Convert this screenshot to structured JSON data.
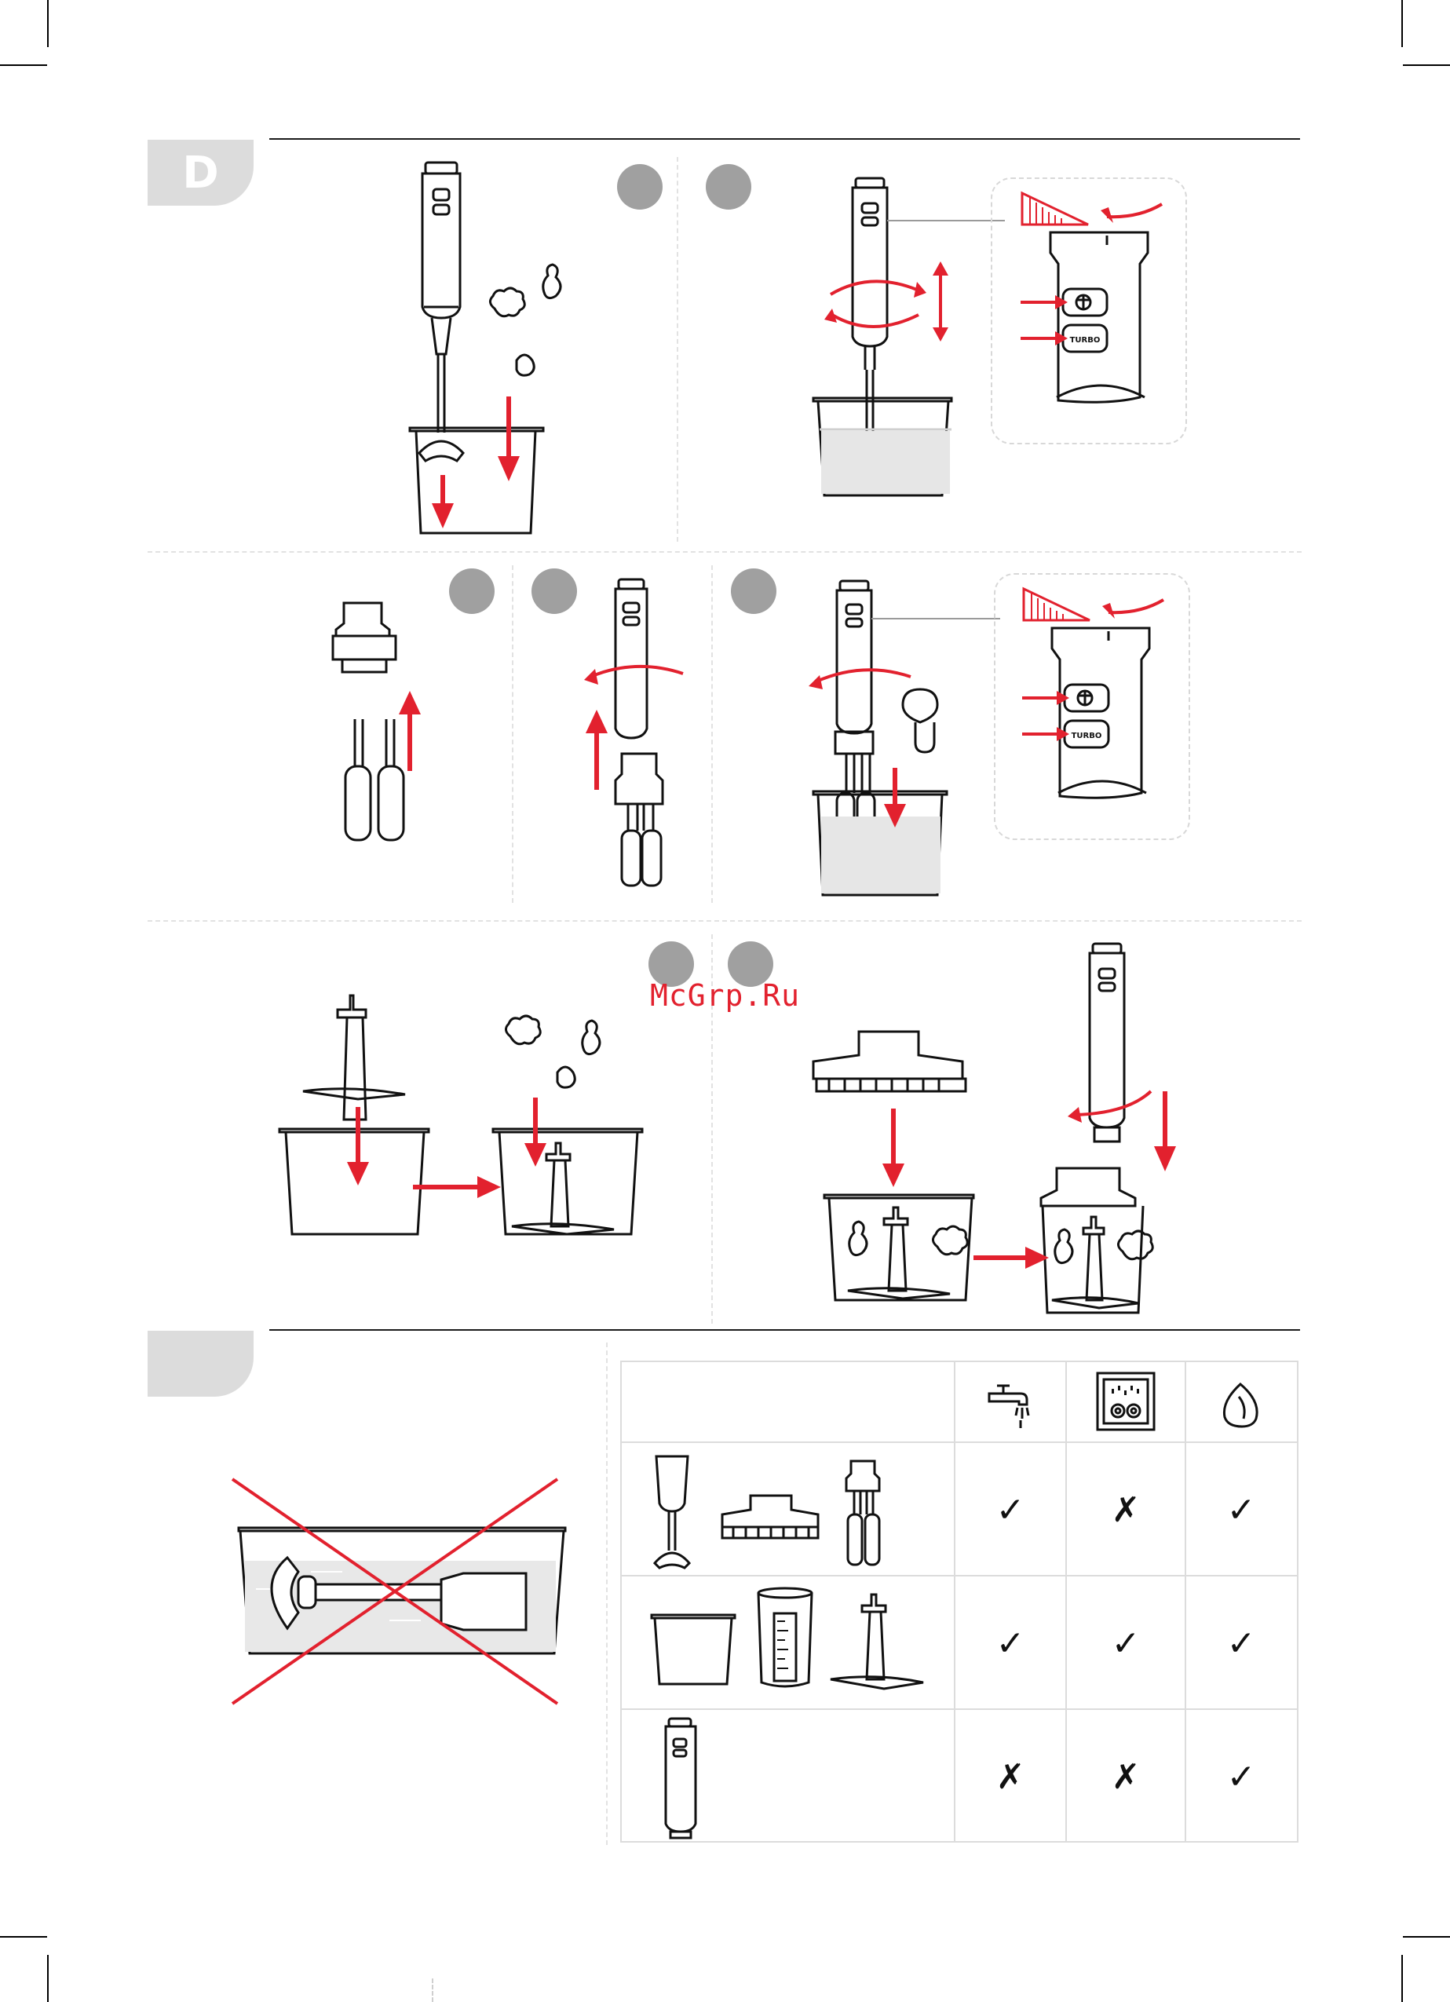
{
  "section_d": {
    "label": "D"
  },
  "section_e": {
    "label": ""
  },
  "watermark": {
    "text": "McGrp.Ru"
  },
  "control_panel": {
    "turbo_label": "TURBO"
  },
  "cleaning_table": {
    "header_icons": [
      "tap-water-icon",
      "dishwasher-icon",
      "wipe-cloth-icon"
    ],
    "rows": [
      {
        "items": [
          "blender-leg-icon",
          "chopper-lid-icon",
          "whisk-adapter-icon"
        ],
        "marks": [
          "✓",
          "✗",
          "✓"
        ]
      },
      {
        "items": [
          "chopper-bowl-icon",
          "measuring-beaker-icon",
          "chopper-blade-icon"
        ],
        "marks": [
          "✓",
          "✓",
          "✓"
        ]
      },
      {
        "items": [
          "motor-unit-icon"
        ],
        "marks": [
          "✗",
          "✗",
          "✓"
        ]
      }
    ]
  },
  "colors": {
    "accent_red": "#e2212e",
    "badge_gray": "#dcdcdc",
    "step_gray": "#a0a0a0",
    "line": "#1a1a1a"
  }
}
